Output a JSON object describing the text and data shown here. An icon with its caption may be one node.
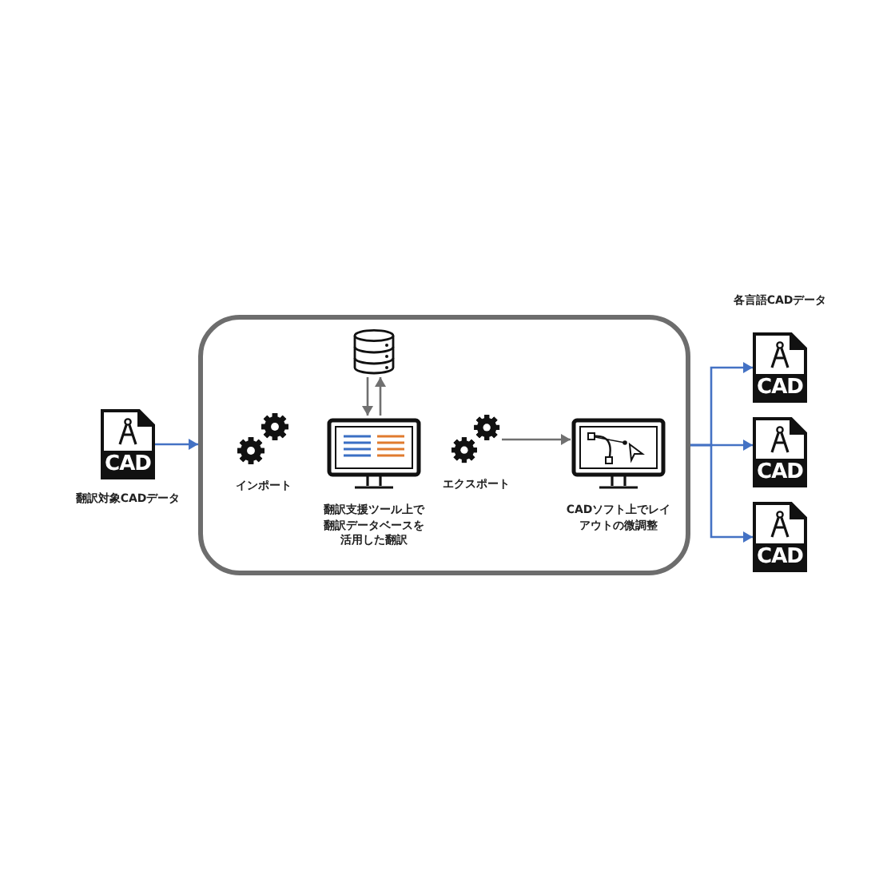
{
  "diagram": {
    "nodes": [
      {
        "text": [
          "CAD"
        ],
        "beside": [
          "翻訳対象CADデータ"
        ]
      },
      {
        "text": [],
        "shape": "box"
      },
      {
        "text": [],
        "shape": "gear",
        "beside": [
          "インポート"
        ],
        "in": 1
      },
      {
        "text": [],
        "shape": "cylinder",
        "in": 1
      },
      {
        "text": [],
        "shape": "monitor",
        "beside": [
          "翻訳支援ツール上で翻訳データベースを活用した翻訳"
        ],
        "in": 1
      },
      {
        "text": [],
        "shape": "gear",
        "beside": [
          "エクスポート"
        ],
        "in": 1
      },
      {
        "text": [],
        "shape": "monitor",
        "beside": [
          "CADソフト上でレイアウトの微調整"
        ],
        "in": 1
      },
      {
        "text": [
          "CAD"
        ]
      },
      {
        "text": [
          "CAD"
        ]
      },
      {
        "text": [
          "CAD"
        ]
      }
    ],
    "edges": [
      {
        "from": 0,
        "to": 1,
        "arrow": "to"
      },
      {
        "from": 3,
        "to": 4,
        "arrow": "to",
        "color": "#707070"
      },
      {
        "from": 4,
        "to": 3,
        "arrow": "to",
        "color": "#707070"
      },
      {
        "from": 5,
        "to": 6,
        "arrow": "to",
        "color": "#707070"
      },
      {
        "from": 1,
        "to": 7,
        "arrow": "to"
      },
      {
        "from": 1,
        "to": 8,
        "arrow": "to"
      },
      {
        "from": 1,
        "to": 9,
        "arrow": "to"
      }
    ],
    "labels": [
      "各言語CADデータ"
    ]
  }
}
